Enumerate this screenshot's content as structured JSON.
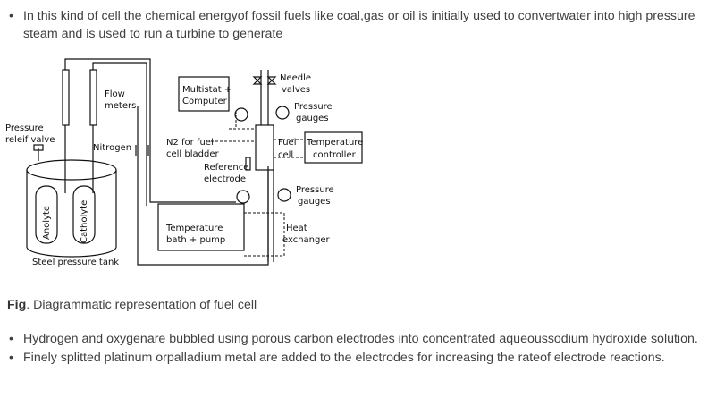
{
  "intro": {
    "bullets": [
      "In this kind of cell the chemical energyof fossil fuels like coal,gas or oil is initially used to convertwater into high pressure steam and is used to run a turbine to generate"
    ]
  },
  "diagram": {
    "labels": {
      "flow_meters": [
        "Flow",
        "meters"
      ],
      "pressure_relief_valve": [
        "Pressure",
        "releif valve"
      ],
      "nitrogen": "Nitrogen",
      "anolyte": "Anolyte",
      "catholyte": "Catholyte",
      "steel_tank": "Steel pressure tank",
      "multistat": [
        "Multistat +",
        "Computer"
      ],
      "n2_bladder": [
        "N2 for fuel",
        "cell bladder"
      ],
      "reference_electrode": [
        "Reference",
        "electrode"
      ],
      "needle_valves": [
        "Needle",
        "valves"
      ],
      "pressure_gauges_top": [
        "Pressure",
        "gauges"
      ],
      "fuel_cell": [
        "Fuel",
        "cell"
      ],
      "temperature_controller": [
        "Temperature",
        "controller"
      ],
      "pressure_gauges_bottom": [
        "Pressure",
        "gauges"
      ],
      "temp_bath": [
        "Temperature",
        "bath + pump"
      ],
      "heat_exchanger": [
        "Heat",
        "exchanger"
      ]
    }
  },
  "caption": {
    "prefix": "Fig",
    "text": ". Diagrammatic representation of fuel cell"
  },
  "details": {
    "bullets": [
      "Hydrogen and oxygenare bubbled using porous carbon electrodes into concentrated aqueoussodium hydroxide solution.",
      "Finely splitted platinum orpalladium metal are added to the electrodes for increasing the rateof electrode reactions."
    ]
  }
}
